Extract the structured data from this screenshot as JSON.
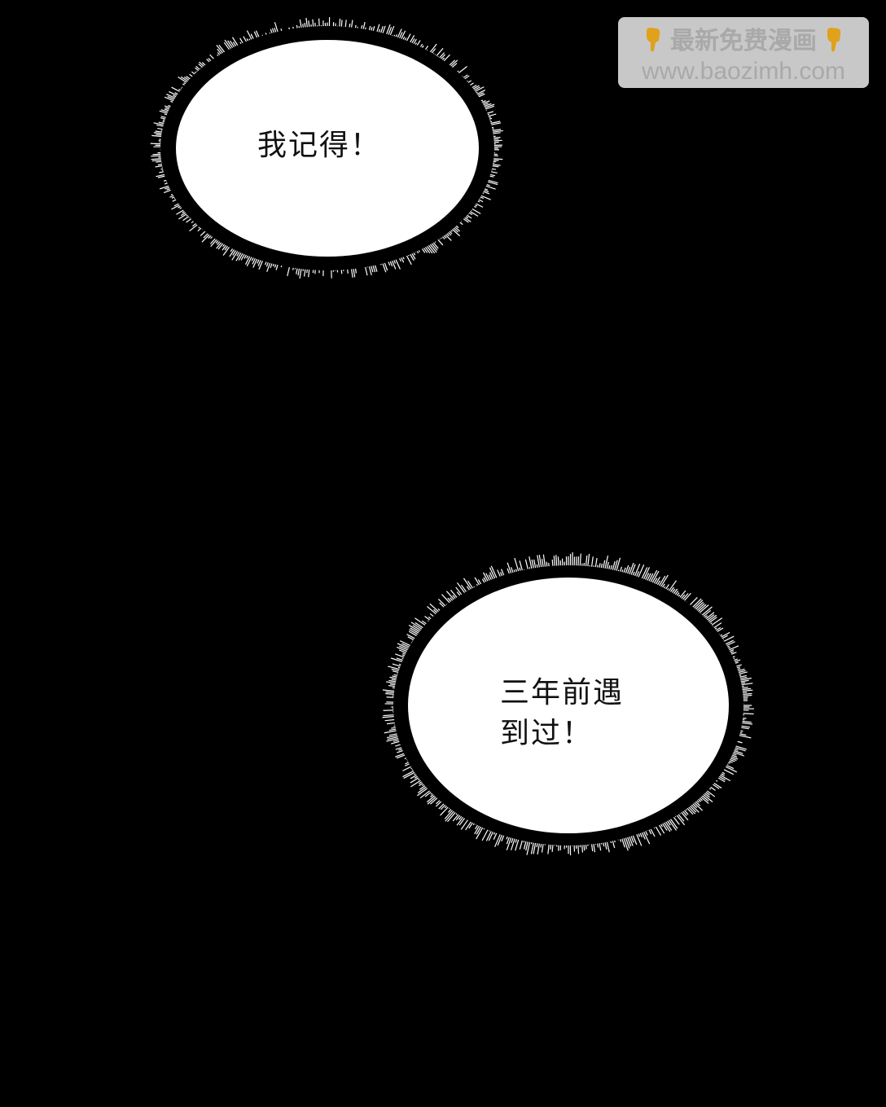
{
  "watermark": {
    "line1": "最新免费漫画",
    "line2": "www.baozimh.com",
    "icon": "pointing-down-hand-icon",
    "bg_color": "#c8c8c8",
    "text_color": "#a9a9a9",
    "icon_color": "#e0a11b"
  },
  "panel": {
    "background": "#000000"
  },
  "bubbles": [
    {
      "text": "我记得！",
      "fill": "#ffffff",
      "border": "spiky"
    },
    {
      "text": "三年前遇\n到过！",
      "fill": "#ffffff",
      "border": "spiky"
    }
  ]
}
